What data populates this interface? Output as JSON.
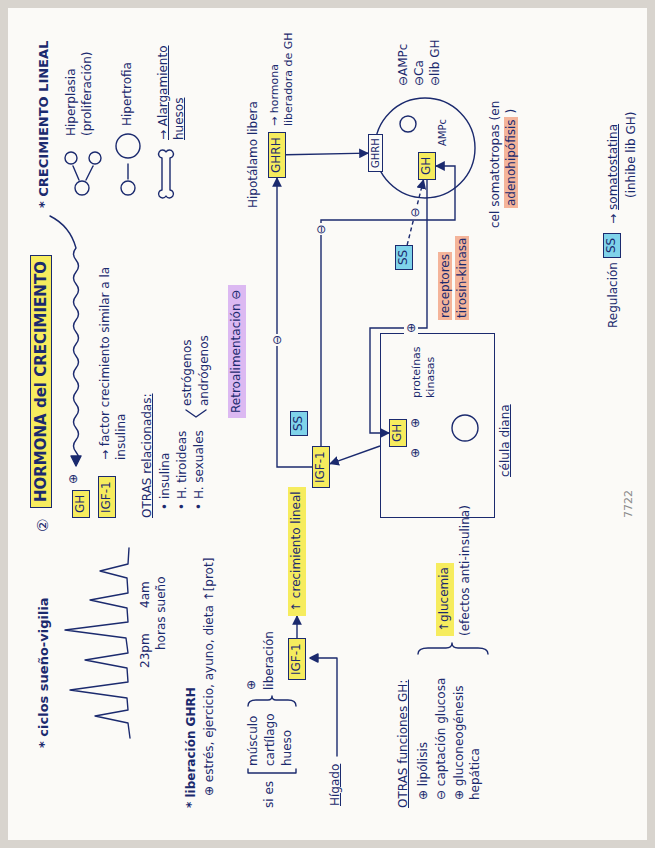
{
  "diagram": {
    "title": "HORMONA del CRECIMIENTO",
    "nodes": [
      {
        "text": [
          "GH"
        ]
      },
      {
        "text": [
          "IGF-1"
        ]
      },
      {
        "text": [
          "GHRH"
        ]
      },
      {
        "text": [
          "SS"
        ]
      },
      {
        "text": [
          "GH"
        ]
      },
      {
        "text": [
          "GHRH"
        ]
      },
      {
        "text": [
          "IGF-1"
        ]
      },
      {
        "text": [
          "SS"
        ]
      },
      {
        "text": [
          "Retroalimentación ⊖"
        ]
      },
      {
        "text": [
          "célula diana"
        ]
      },
      {
        "text": [
          "GH"
        ],
        "in": 9
      },
      {
        "text": [
          "IGF-1"
        ]
      },
      {
        "text": [
          "↑ crecimiento lineal"
        ]
      },
      {
        "text": [
          "SS"
        ]
      },
      {
        "text": [
          "↑glucemia"
        ]
      }
    ],
    "edges": [
      {
        "from": 2,
        "to": 5,
        "arrow": "to"
      },
      {
        "from": 4,
        "to": 10,
        "arrow": "to",
        "label": "⊕"
      },
      {
        "from": 9,
        "to": 6,
        "arrow": "to"
      },
      {
        "from": 6,
        "to": 2,
        "arrow": "to",
        "label": "⊖"
      },
      {
        "from": 6,
        "to": 4,
        "arrow": "to",
        "label": "⊖"
      },
      {
        "from": 3,
        "to": 4,
        "arrow": "to",
        "label": "⊖"
      },
      {
        "from": 11,
        "to": 12,
        "arrow": "to"
      }
    ],
    "labels": [
      "②",
      "* CRECIMIENTO LINEAL",
      "Hiperplasia",
      "(proliferación)",
      "Hipertrofia",
      "→ Alargamiento huesos",
      "⊕",
      "→ factor crecimiento similar a la insulina",
      "OTRAS relacionadas:",
      "• insulina",
      "• H. tiroideas",
      "• H. sexuales",
      "estrógenos",
      "andrógenos",
      "* ciclos sueño-vigilia",
      "23pm",
      "4am",
      "horas sueño",
      "* liberación GHRH",
      "⊕ estrés, ejercicio, ayuno, dieta ↑[prot]",
      "Hipotálamo libera",
      "→ hormona liberadora de GH",
      "cel somatotropas (en",
      "adenohipófisis",
      ")",
      "receptores",
      "tirosin-kinasa",
      "⊖AMPc",
      "⊖Ca",
      "⊖lib GH",
      "Regulación",
      "→",
      "somatostatina",
      "(inhibe lib GH)",
      "⊕",
      "⊕",
      "proteínas kinasas",
      "si es",
      "músculo",
      "cartílago",
      "hueso",
      "⊕",
      "liberación",
      "Hígado",
      "OTRAS funciones GH:",
      "⊕ lipólisis",
      "⊖ captación glucosa",
      "⊕ gluconeogénesis hepática",
      "(efectos anti-insulina)",
      "7722",
      "AMPc"
    ]
  }
}
